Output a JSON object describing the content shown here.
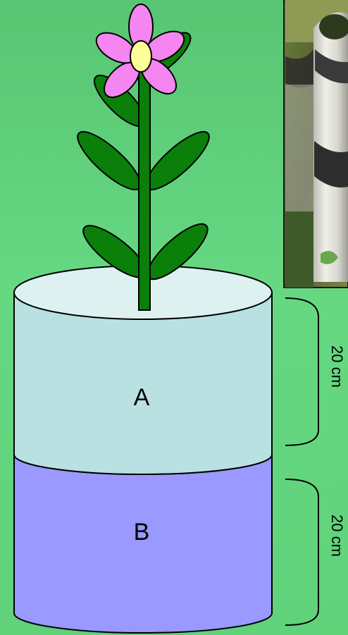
{
  "layers": {
    "top_label": "A",
    "bottom_label": "B",
    "top_depth_label": "20 cm",
    "bottom_depth_label": "20 cm"
  },
  "colors": {
    "background": "#5fd27a",
    "layer_a": "#b9e1e1",
    "layer_b": "#9999ff",
    "leaf": "#0a7f0a",
    "stem": "#0a7f0a",
    "petal": "#f585f0",
    "flower_center": "#ffff99"
  },
  "icons": {
    "plant": "flower-plant-icon",
    "photo": "pot-photo-icon"
  }
}
